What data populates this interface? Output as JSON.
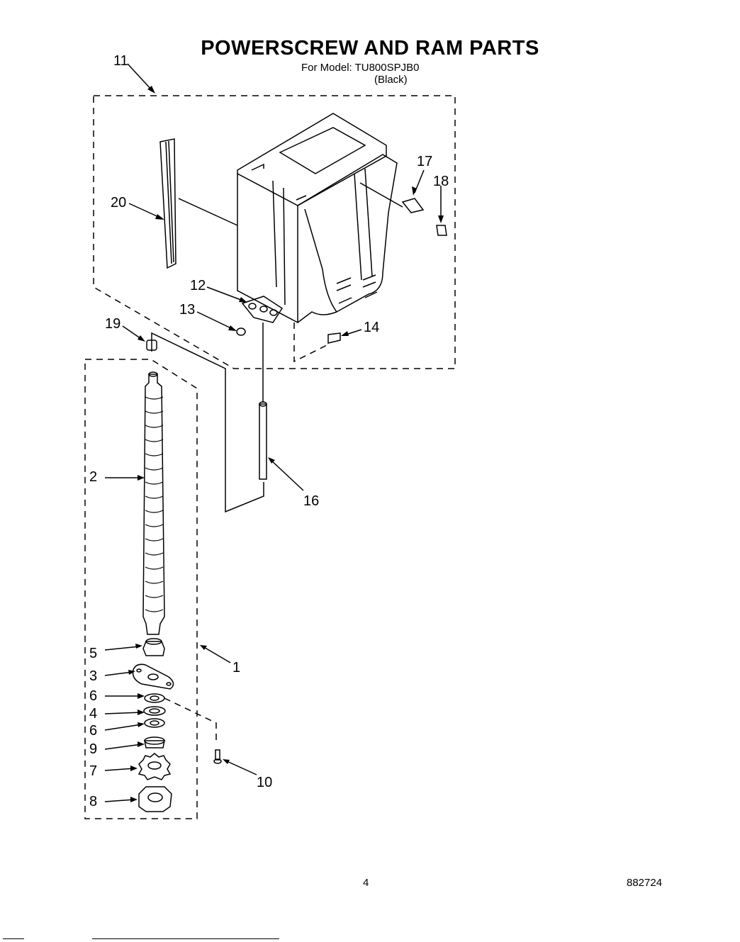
{
  "header": {
    "title": "POWERSCREW AND RAM PARTS",
    "model_line": "For Model: TU800SPJB0",
    "color_line": "(Black)"
  },
  "callouts": {
    "c11": "11",
    "c20": "20",
    "c17": "17",
    "c18": "18",
    "c12": "12",
    "c13": "13",
    "c14": "14",
    "c19": "19",
    "c2": "2",
    "c16": "16",
    "c5": "5",
    "c3": "3",
    "c1": "1",
    "c6a": "6",
    "c4": "4",
    "c6b": "6",
    "c9": "9",
    "c7": "7",
    "c10": "10",
    "c8": "8"
  },
  "footer": {
    "page_number": "4",
    "document_number": "882724"
  }
}
